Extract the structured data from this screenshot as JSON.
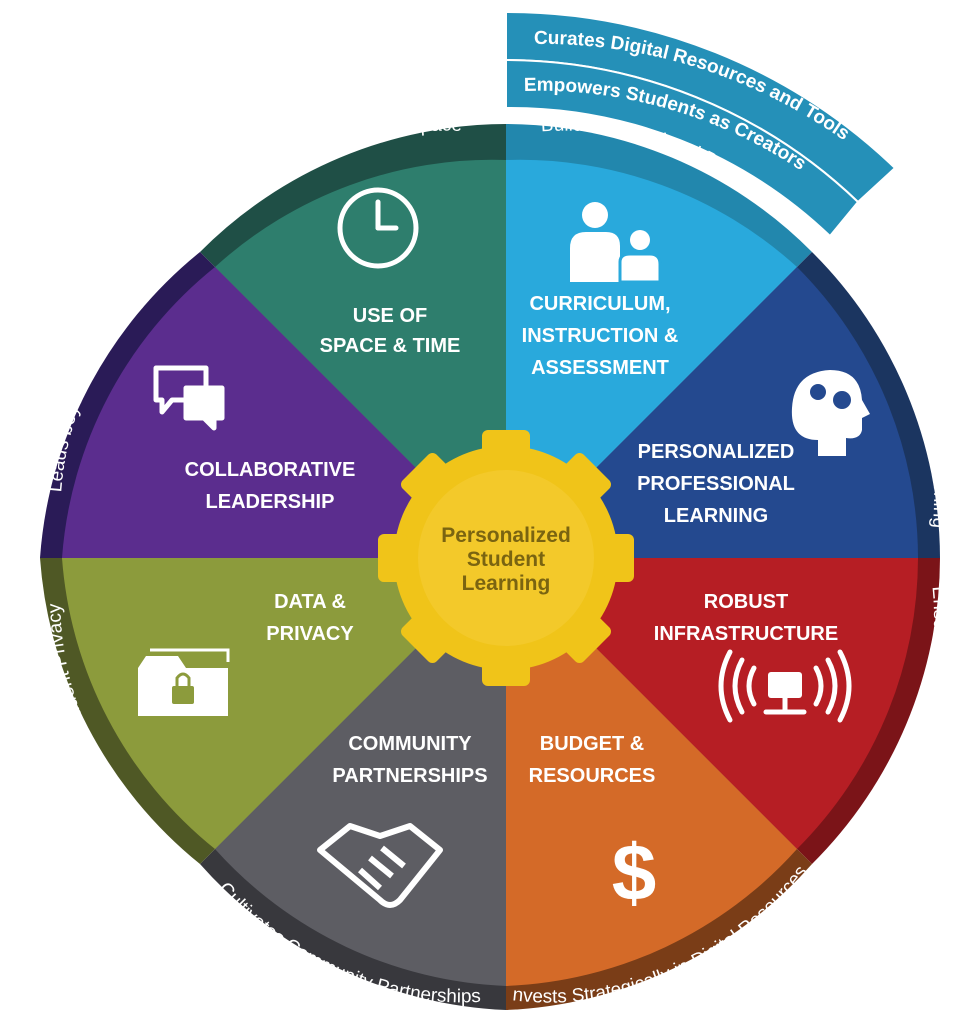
{
  "center": {
    "lines": [
      "Personalized",
      "Student",
      "Learning"
    ]
  },
  "segments": {
    "space_time": {
      "title": [
        "USE OF",
        "SPACE & TIME"
      ],
      "ring": "Designs Collaborative Space",
      "color": "#2e7e6d",
      "ring_color": "#1f4f46",
      "icon": "clock-icon"
    },
    "curriculum": {
      "title": [
        "CURRICULUM,",
        "INSTRUCTION &",
        "ASSESSMENT"
      ],
      "ring": "Builds Instructional Partnership",
      "color": "#29a9dc",
      "ring_color": "#2287ad",
      "icon": "teacher-student-icon"
    },
    "professional": {
      "title": [
        "PERSONALIZED",
        "PROFESSIONAL",
        "LEARNING"
      ],
      "ring": "Facilitates Professional Learning",
      "color": "#24498f",
      "ring_color": "#1b3560",
      "icon": "head-gears-icon"
    },
    "infrastructure": {
      "title": [
        "ROBUST",
        "INFRASTRUCTURE"
      ],
      "ring": "Ensures Equitable Digital Access",
      "color": "#b61e24",
      "ring_color": "#7b1418",
      "icon": "network-signal-icon"
    },
    "budget": {
      "title": [
        "BUDGET &",
        "RESOURCES"
      ],
      "ring": "Invests Strategically in Digital Resources",
      "color": "#d46a28",
      "ring_color": "#7a3d17",
      "icon": "dollar-icon"
    },
    "community": {
      "title": [
        "COMMUNITY",
        "PARTNERSHIPS"
      ],
      "ring": "Cultivates Community Partnerships",
      "color": "#5d5d63",
      "ring_color": "#38383d",
      "icon": "handshake-icon"
    },
    "data_privacy": {
      "title": [
        "DATA &",
        "PRIVACY"
      ],
      "ring": "Advocates for  Student Privacy",
      "color": "#8c9b3c",
      "ring_color": "#4f5825",
      "icon": "folder-lock-icon"
    },
    "leadership": {
      "title": [
        "COLLABORATIVE",
        "LEADERSHIP"
      ],
      "ring": "Leads beyond the Library",
      "color": "#5b2d8e",
      "ring_color": "#2a1b57",
      "icon": "speech-bubbles-icon"
    }
  },
  "extension": {
    "items": [
      "Empowers Students as Creators",
      "Curates Digital Resources and Tools"
    ],
    "color": "#2590b8"
  },
  "gear_color": "#f0c419"
}
